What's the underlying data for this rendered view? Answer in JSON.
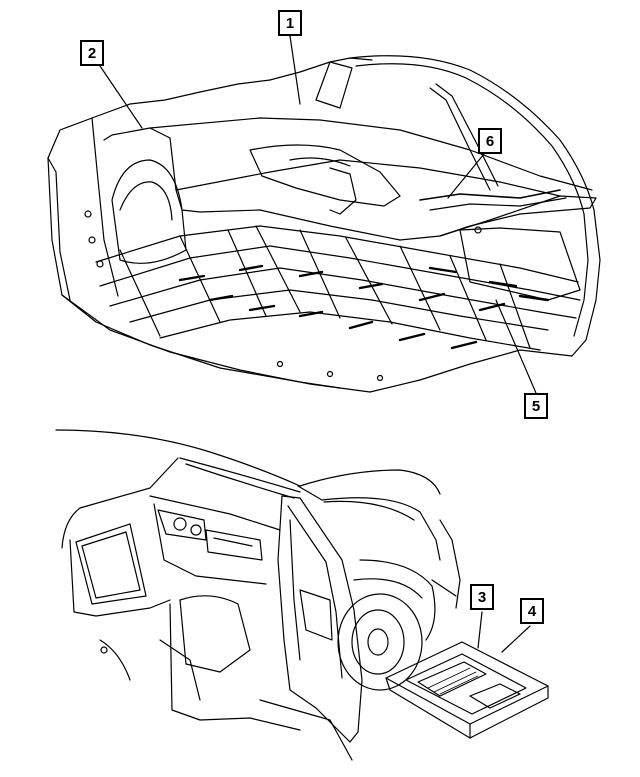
{
  "callouts": [
    {
      "id": "c1",
      "label": "1"
    },
    {
      "id": "c2",
      "label": "2"
    },
    {
      "id": "c3",
      "label": "3"
    },
    {
      "id": "c4",
      "label": "4"
    },
    {
      "id": "c5",
      "label": "5"
    },
    {
      "id": "c6",
      "label": "6"
    }
  ],
  "colors": {
    "line": "#000000",
    "background": "#ffffff"
  }
}
